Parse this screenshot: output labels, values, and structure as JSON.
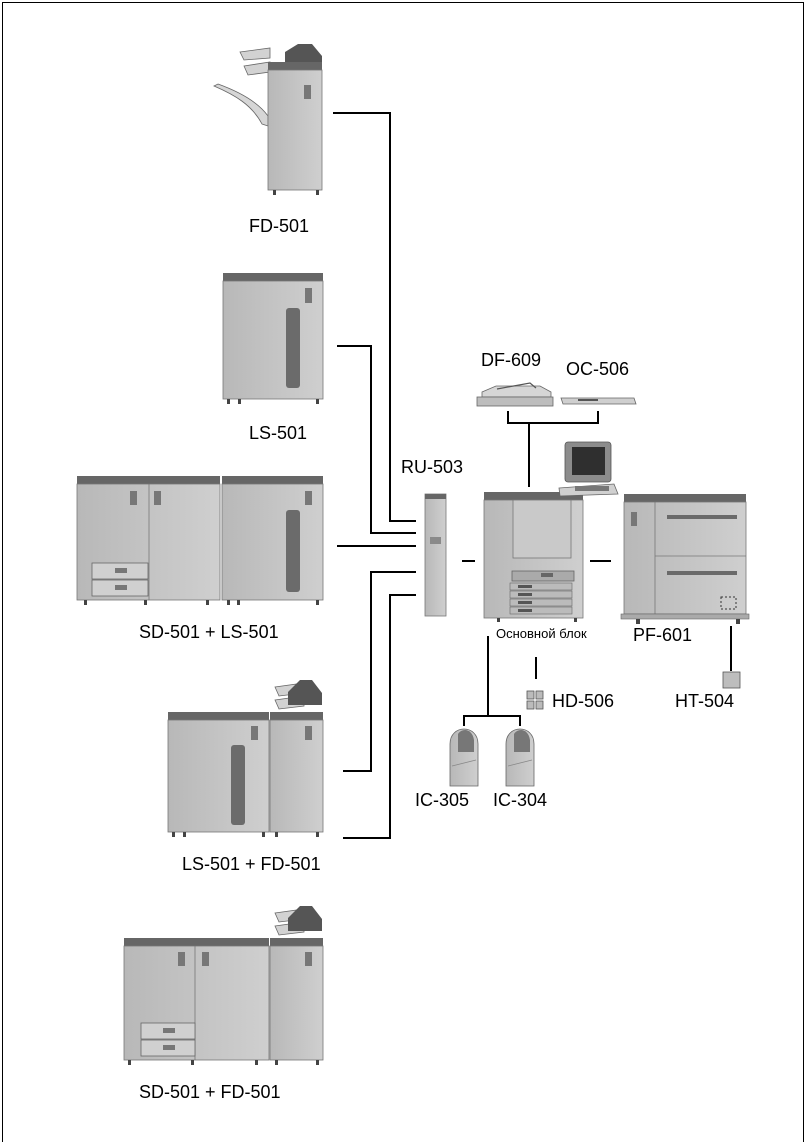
{
  "labels": {
    "fd501": "FD-501",
    "ls501": "LS-501",
    "sd_ls": "SD-501 + LS-501",
    "ls_fd": "LS-501 + FD-501",
    "sd_fd": "SD-501 + FD-501",
    "ru503": "RU-503",
    "df609": "DF-609",
    "oc506": "OC-506",
    "main_unit": "Основной блок",
    "pf601": "PF-601",
    "hd506": "HD-506",
    "ht504": "HT-504",
    "ic305": "IC-305",
    "ic304": "IC-304"
  },
  "colors": {
    "body": "#c4c4c4",
    "dark": "#6f6f6f",
    "top": "#555555",
    "line": "#000000"
  }
}
